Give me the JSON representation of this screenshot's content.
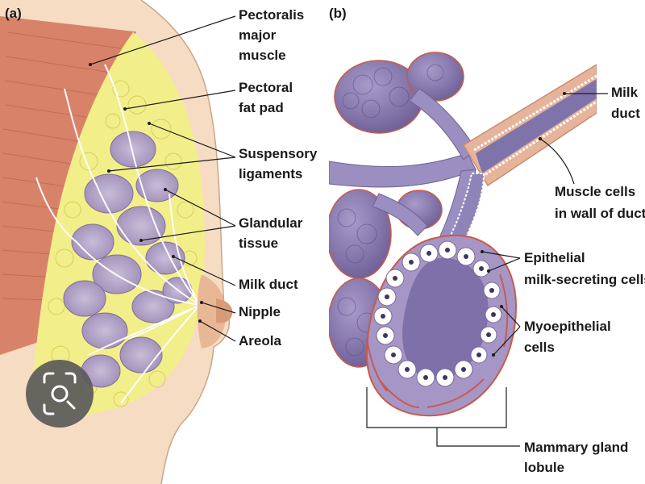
{
  "panel_a": {
    "tag": "(a)",
    "labels": {
      "pectoralis": [
        "Pectoralis",
        "major",
        "muscle"
      ],
      "fatpad": [
        "Pectoral",
        "fat pad"
      ],
      "ligaments": [
        "Suspensory",
        "ligaments"
      ],
      "glandular": [
        "Glandular",
        "tissue"
      ],
      "milkduct": [
        "Milk duct"
      ],
      "nipple": [
        "Nipple"
      ],
      "areola": [
        "Areola"
      ]
    }
  },
  "panel_b": {
    "tag": "(b)",
    "labels": {
      "milkduct": [
        "Milk",
        "duct"
      ],
      "muscle": [
        "Muscle cells",
        "in wall of duct"
      ],
      "epithelial": [
        "Epithelial",
        "milk-secreting cells"
      ],
      "myoepithelial": [
        "Myoepithelial",
        "cells"
      ],
      "lobule": [
        "Mammary gland",
        "lobule"
      ]
    }
  },
  "overlay": {
    "icon": "lens-search-icon"
  },
  "colors": {
    "muscle": "#d9826a",
    "fat": "#f3ef8c",
    "gland": "#b7a6c9",
    "skin": "#f7d9bf",
    "alveolus": "#8c7eb3"
  }
}
